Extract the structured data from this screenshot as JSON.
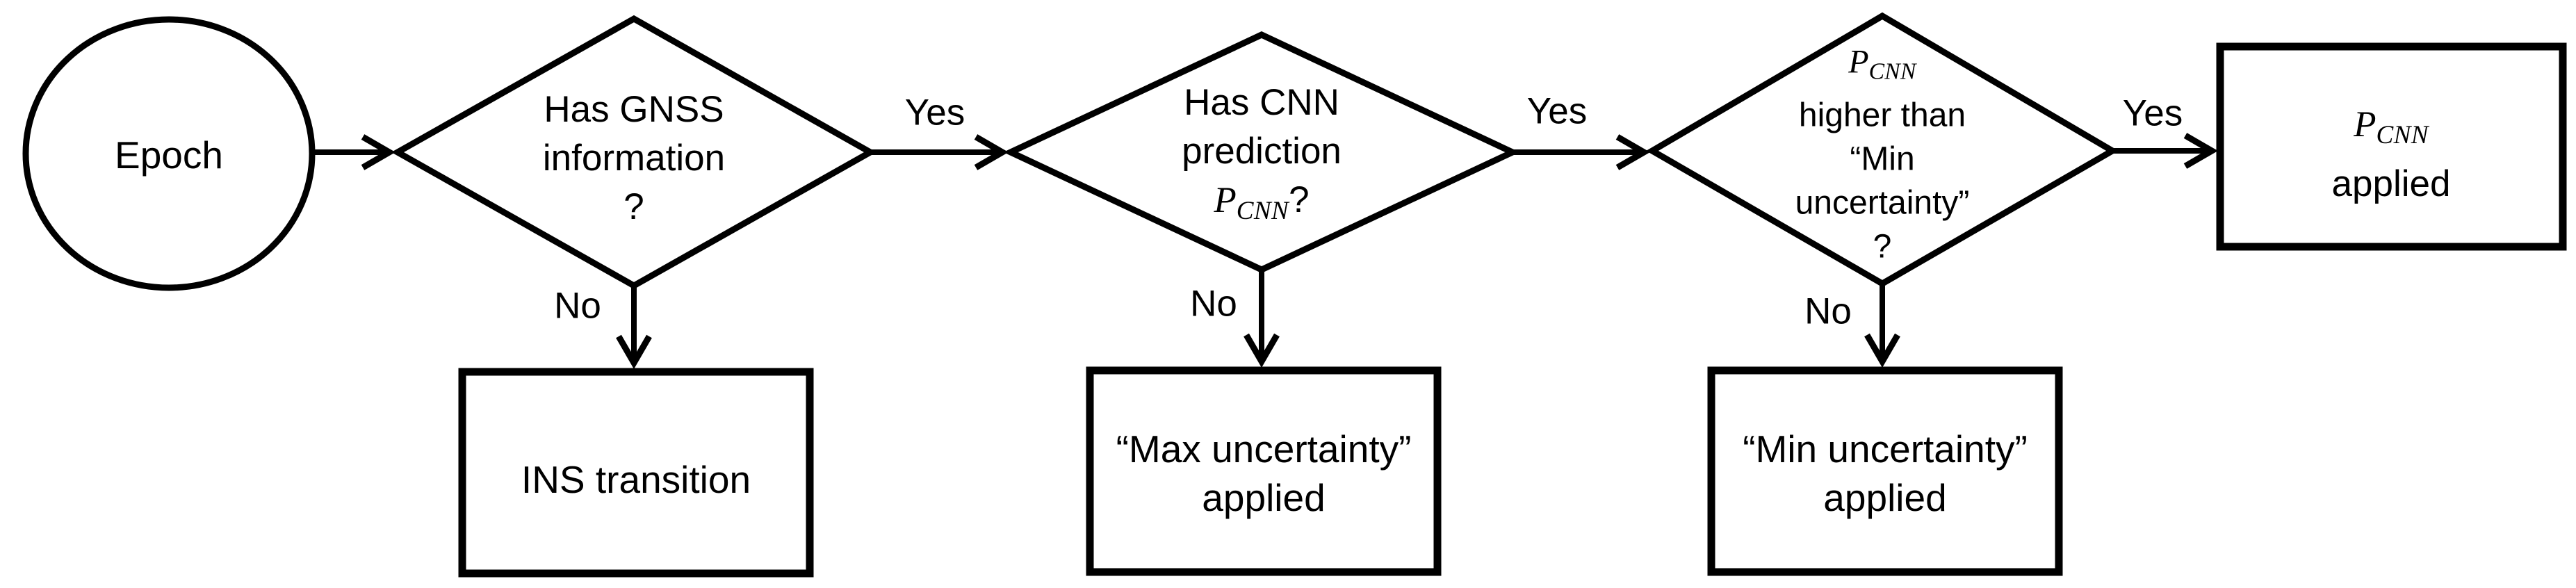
{
  "figure": {
    "type": "flowchart",
    "background_color": "#ffffff",
    "stroke_color": "#000000",
    "nodes": {
      "start": {
        "shape": "circle",
        "label": "Epoch"
      },
      "decision_gnss": {
        "shape": "diamond",
        "line1": "Has GNSS",
        "line2": "information",
        "line3": "?"
      },
      "decision_cnn": {
        "shape": "diamond",
        "line1": "Has CNN",
        "line2": "prediction",
        "formula_base": "P",
        "formula_sub": "CNN",
        "formula_suffix": "?"
      },
      "decision_min": {
        "shape": "diamond",
        "formula_base": "P",
        "formula_sub": "CNN",
        "line2": "higher than",
        "line3": "“Min",
        "line4": "uncertainty”",
        "line5": "?"
      },
      "ins_transition": {
        "shape": "rect",
        "line1": "INS transition"
      },
      "max_uncertainty": {
        "shape": "rect",
        "line1": "“Max uncertainty”",
        "line2": "applied"
      },
      "min_uncertainty": {
        "shape": "rect",
        "line1": "“Min uncertainty”",
        "line2": "applied"
      },
      "pcnn_applied": {
        "shape": "rect",
        "formula_base": "P",
        "formula_sub": "CNN",
        "line2": "applied"
      }
    },
    "edge_labels": {
      "yes1": "Yes",
      "no1": "No",
      "yes2": "Yes",
      "no2": "No",
      "yes3": "Yes",
      "no3": "No"
    }
  }
}
